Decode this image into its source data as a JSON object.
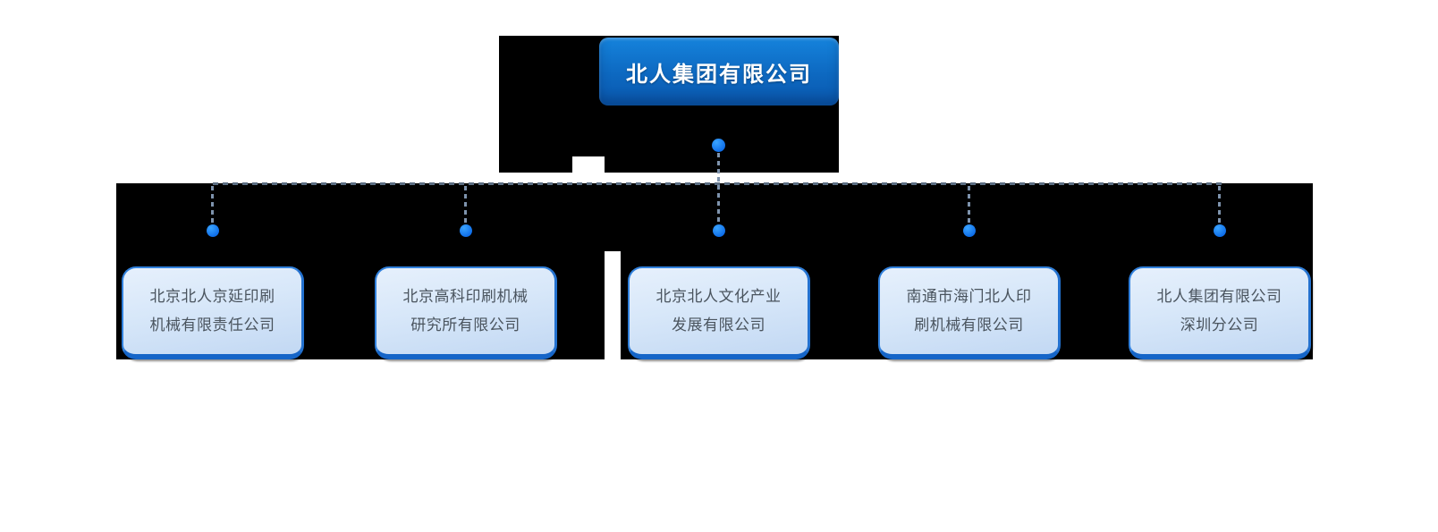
{
  "root": {
    "label": "北人集团有限公司"
  },
  "children": [
    {
      "line1": "北京北人京延印刷",
      "line2": "机械有限责任公司"
    },
    {
      "line1": "北京高科印刷机械",
      "line2": "研究所有限公司"
    },
    {
      "line1": "北京北人文化产业",
      "line2": "发展有限公司"
    },
    {
      "line1": "南通市海门北人印",
      "line2": "刷机械有限公司"
    },
    {
      "line1": "北人集团有限公司",
      "line2": "深圳分公司"
    }
  ],
  "colors": {
    "root_box_top": "#1583dc",
    "root_box_mid": "#0d68c0",
    "root_box_bottom": "#0a58ae",
    "child_fill_top": "#e6f0fc",
    "child_fill_bottom": "#c2d8f3",
    "child_border": "#3181dd",
    "child_border_right": "#2371cf",
    "child_border_bottom": "#1565c8",
    "child_text": "#4a545e",
    "dash_h": "#5c6e83",
    "dash_v": "#7e93ad",
    "dot_light": "#3aa4ff",
    "dot_dark": "#0d6ce8",
    "backdrop": "#000000"
  }
}
